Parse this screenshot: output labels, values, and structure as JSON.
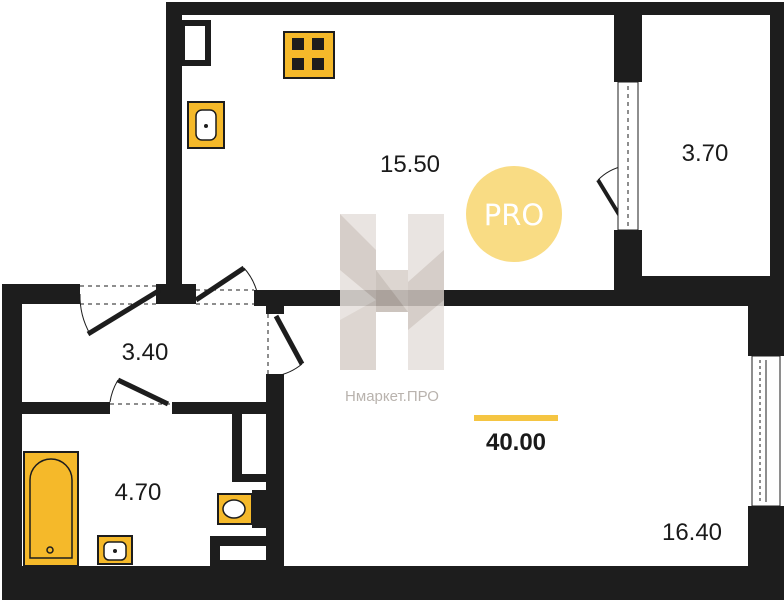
{
  "rooms": {
    "kitchen_area": "15.50",
    "balcony_area": "3.70",
    "hallway_area": "3.40",
    "bathroom_area": "4.70",
    "living_room_area": "16.40"
  },
  "total": {
    "area": "40.00",
    "accent_color": "#f5c542"
  },
  "badge": {
    "text": "PRO",
    "color": "#f9dc84"
  },
  "watermark": {
    "text": "Нмаркет.ПРО"
  },
  "colors": {
    "wall": "#1d1d1d",
    "fixture": "#f5b92a",
    "floor": "#ffffff"
  }
}
